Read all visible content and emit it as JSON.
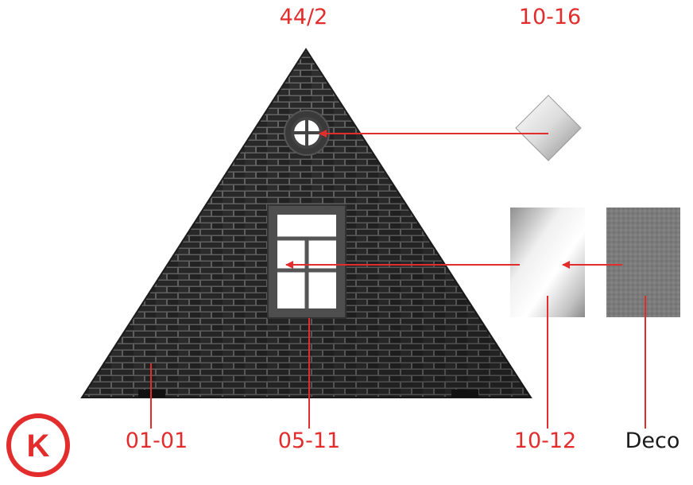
{
  "colors": {
    "accent": "#e32c2c",
    "label_dark": "#1a1a1a",
    "brick_dark": "#2b2b2b",
    "mortar": "#7a7a7a",
    "window_frame": "#505050",
    "panel_silver": "#c9c9c9",
    "panel_deco": "#7e7e7e"
  },
  "labels": {
    "oculus_part": "44/2",
    "diamond_part": "10-16",
    "wall_part": "01-01",
    "window_part": "05-11",
    "glazing_part": "10-12",
    "deco_part": "Deco"
  },
  "logo": {
    "letter": "K"
  }
}
